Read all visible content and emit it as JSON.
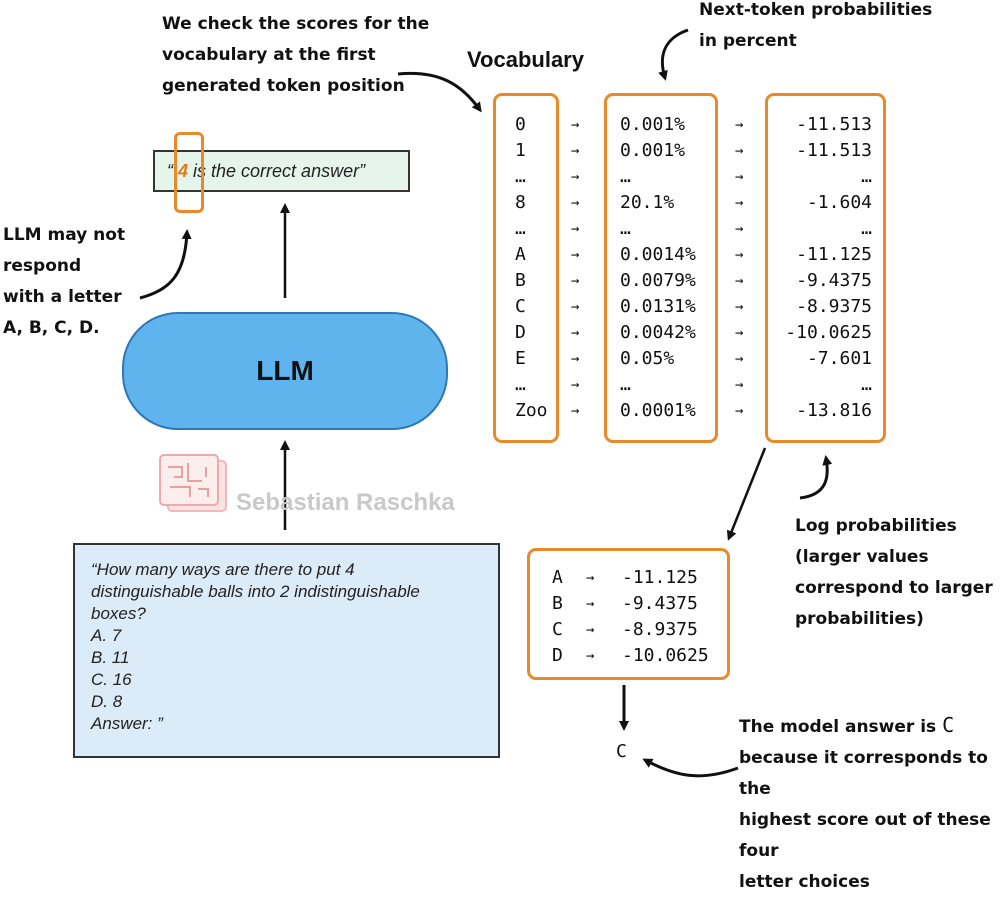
{
  "annotations": {
    "vocab_check": [
      "We check the scores for the",
      "vocabulary at the first",
      "generated token position"
    ],
    "next_token": [
      "Next-token probabilities",
      "in percent"
    ],
    "may_not": [
      "LLM may not",
      "respond",
      "with a letter",
      "A, B, C, D."
    ],
    "log_probs": [
      "Log probabilities",
      "(larger values",
      "correspond to larger",
      "probabilities)"
    ],
    "model_answer_prefix": "The model answer is ",
    "model_answer_letter": "C",
    "model_answer_rest": [
      "because it corresponds to the",
      "highest score out of these four",
      "letter choices"
    ]
  },
  "vocabulary_title": "Vocabulary",
  "llm_label": "LLM",
  "output_text": {
    "open_quote": "“ ",
    "token": "4",
    "rest": " is the correct answer”"
  },
  "prompt_lines": [
    "“How many ways are there to put 4",
    "distinguishable balls into 2 indistinguishable",
    "boxes?",
    "A.  7",
    "B.  11",
    "C.  16",
    "D.  8",
    "Answer: ”"
  ],
  "arrow_glyph": "→",
  "vocab_table": {
    "tokens": [
      "0",
      "1",
      "…",
      "8",
      "…",
      "A",
      "B",
      "C",
      "D",
      "E",
      "…",
      "Zoo"
    ],
    "percent": [
      "0.001%",
      "0.001%",
      "…",
      "20.1%",
      "…",
      "0.0014%",
      "0.0079%",
      "0.0131%",
      "0.0042%",
      "0.05%",
      "…",
      "0.0001%"
    ],
    "logprob": [
      "-11.513",
      "-11.513",
      "…",
      "-1.604",
      "…",
      "-11.125",
      "-9.4375",
      "-8.9375",
      "-10.0625",
      "-7.601",
      "…",
      "-13.816"
    ]
  },
  "choice_table": {
    "letters": [
      "A",
      "B",
      "C",
      "D"
    ],
    "logprob": [
      "-11.125",
      "-9.4375",
      "-8.9375",
      "-10.0625"
    ]
  },
  "final_answer": "C",
  "watermark": "Sebastian Raschka",
  "colors": {
    "accent_orange": "#e8892b",
    "llm_blue": "#5fb4ee",
    "output_green": "#e6f5ec",
    "prompt_blue": "#dcebf8"
  }
}
